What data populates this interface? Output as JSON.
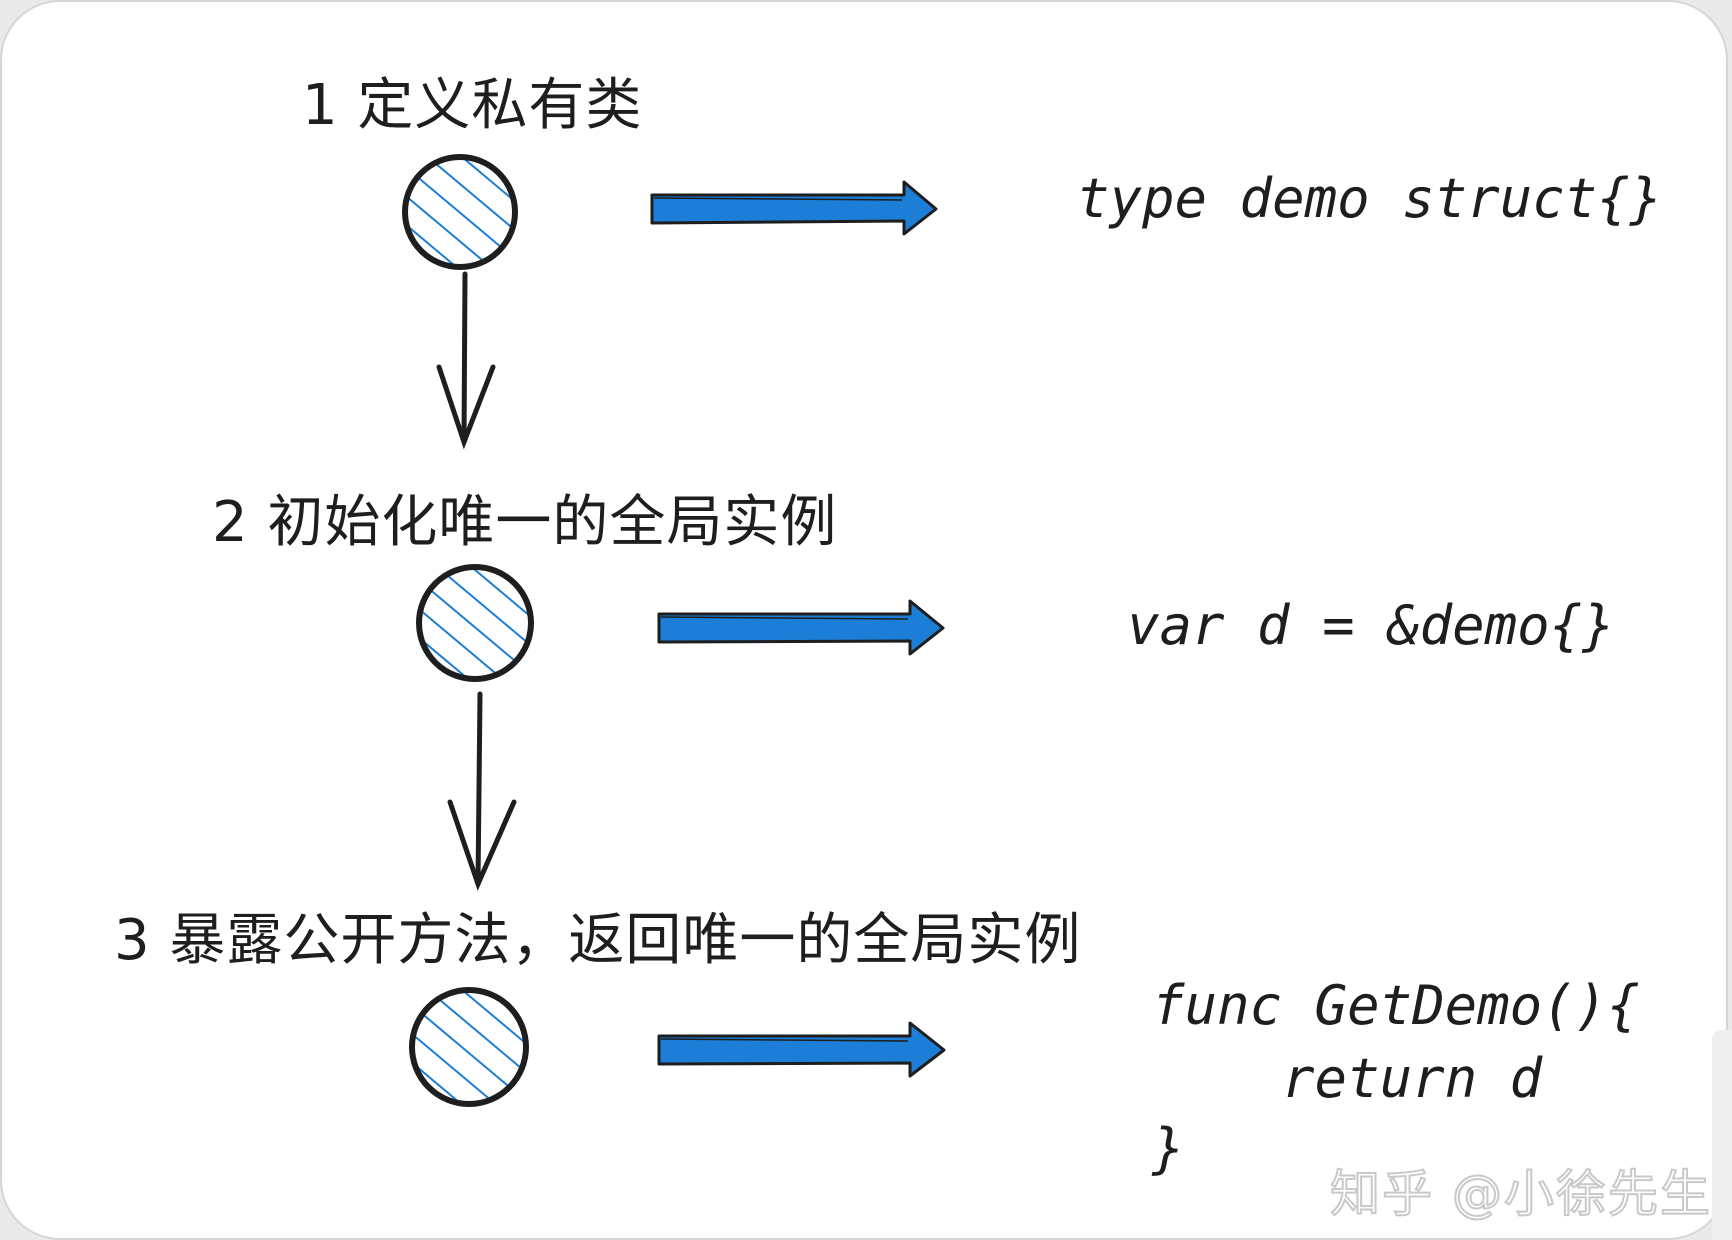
{
  "steps": [
    {
      "label": "1 定义私有类",
      "code": [
        "type demo struct{}"
      ]
    },
    {
      "label": "2 初始化唯一的全局实例",
      "code": [
        "var d = &demo{}"
      ]
    },
    {
      "label": "3 暴露公开方法，返回唯一的全局实例",
      "code": [
        "func GetDemo(){",
        "    return d",
        "}"
      ]
    }
  ],
  "watermark": "知乎 @小徐先生",
  "colors": {
    "accent": "#1c7ed6",
    "hatch": "#1c7ed6",
    "stroke": "#1e1e1e",
    "background": "#ffffff"
  },
  "icons": {
    "node": "hatched-circle-icon",
    "flow_arrow": "down-arrow-icon",
    "code_arrow": "blue-right-arrow-icon"
  }
}
